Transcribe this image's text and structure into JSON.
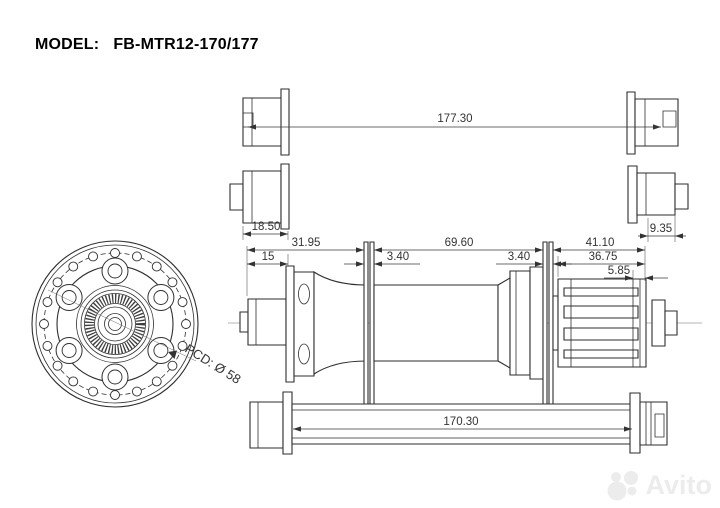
{
  "title": {
    "label": "MODEL:",
    "value": "FB-MTR12-170/177"
  },
  "front_view": {
    "pcd_label": "PCD: Ø 58",
    "spoke_hole_count": 20,
    "disc_bolt_count": 6
  },
  "dims": {
    "top_axle_overall": "177.30",
    "left_end_cap": "18.50",
    "right_end_cap": "9.35",
    "left_flange_to_disc": "31.95",
    "disc_to_disc": "69.60",
    "right_section": "41.10",
    "left_cap_seat": "15",
    "left_disc_thickness": "3.40",
    "right_disc_thickness": "3.40",
    "freehub_body": "36.75",
    "freehub_end": "5.85",
    "bottom_axle_overall": "170.30"
  },
  "watermark": {
    "brand": "Avito"
  },
  "colors": {
    "line": "#2e2e2e",
    "dim_text": "#333333",
    "watermark": "#ececec"
  }
}
